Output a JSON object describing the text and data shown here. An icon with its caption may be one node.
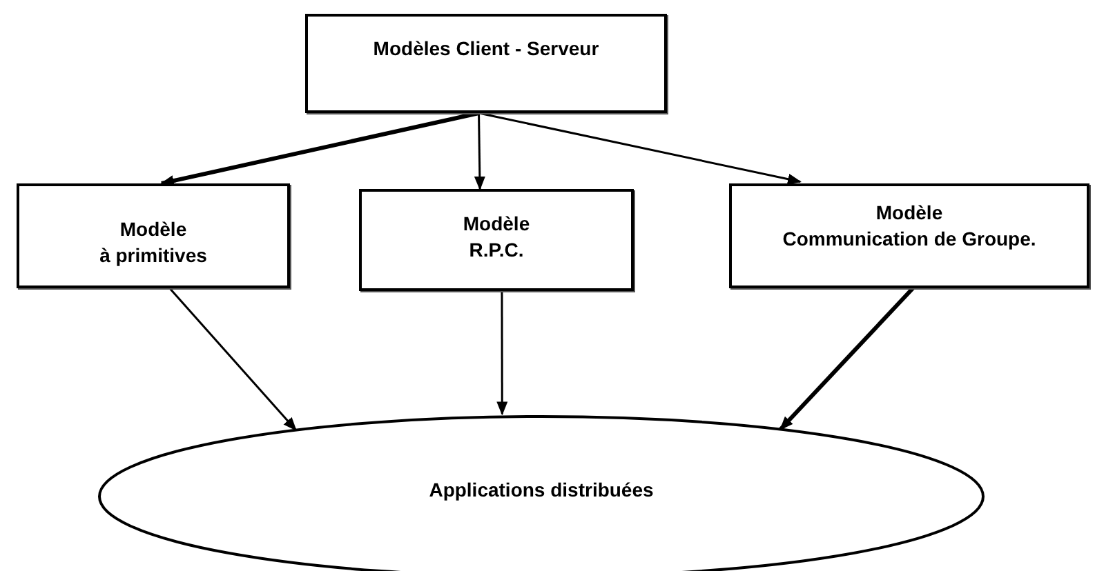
{
  "diagram": {
    "nodes": [
      {
        "text": [
          "Modèles Client - Serveur"
        ]
      },
      {
        "text": [
          "Modèle à primitives"
        ]
      },
      {
        "text": [
          "Modèle R.P.C."
        ]
      },
      {
        "text": [
          "Modèle Communication de Groupe."
        ]
      },
      {
        "text": [
          "Applications distribuées"
        ]
      }
    ],
    "edges": [
      {
        "from": 0,
        "to": 1,
        "arrow": "to",
        "style": "thick"
      },
      {
        "from": 0,
        "to": 2,
        "arrow": "to"
      },
      {
        "from": 0,
        "to": 3,
        "arrow": "to"
      },
      {
        "from": 1,
        "to": 4,
        "arrow": "to"
      },
      {
        "from": 2,
        "to": 4,
        "arrow": "to"
      },
      {
        "from": 3,
        "to": 4,
        "arrow": "to",
        "style": "thick"
      }
    ]
  }
}
